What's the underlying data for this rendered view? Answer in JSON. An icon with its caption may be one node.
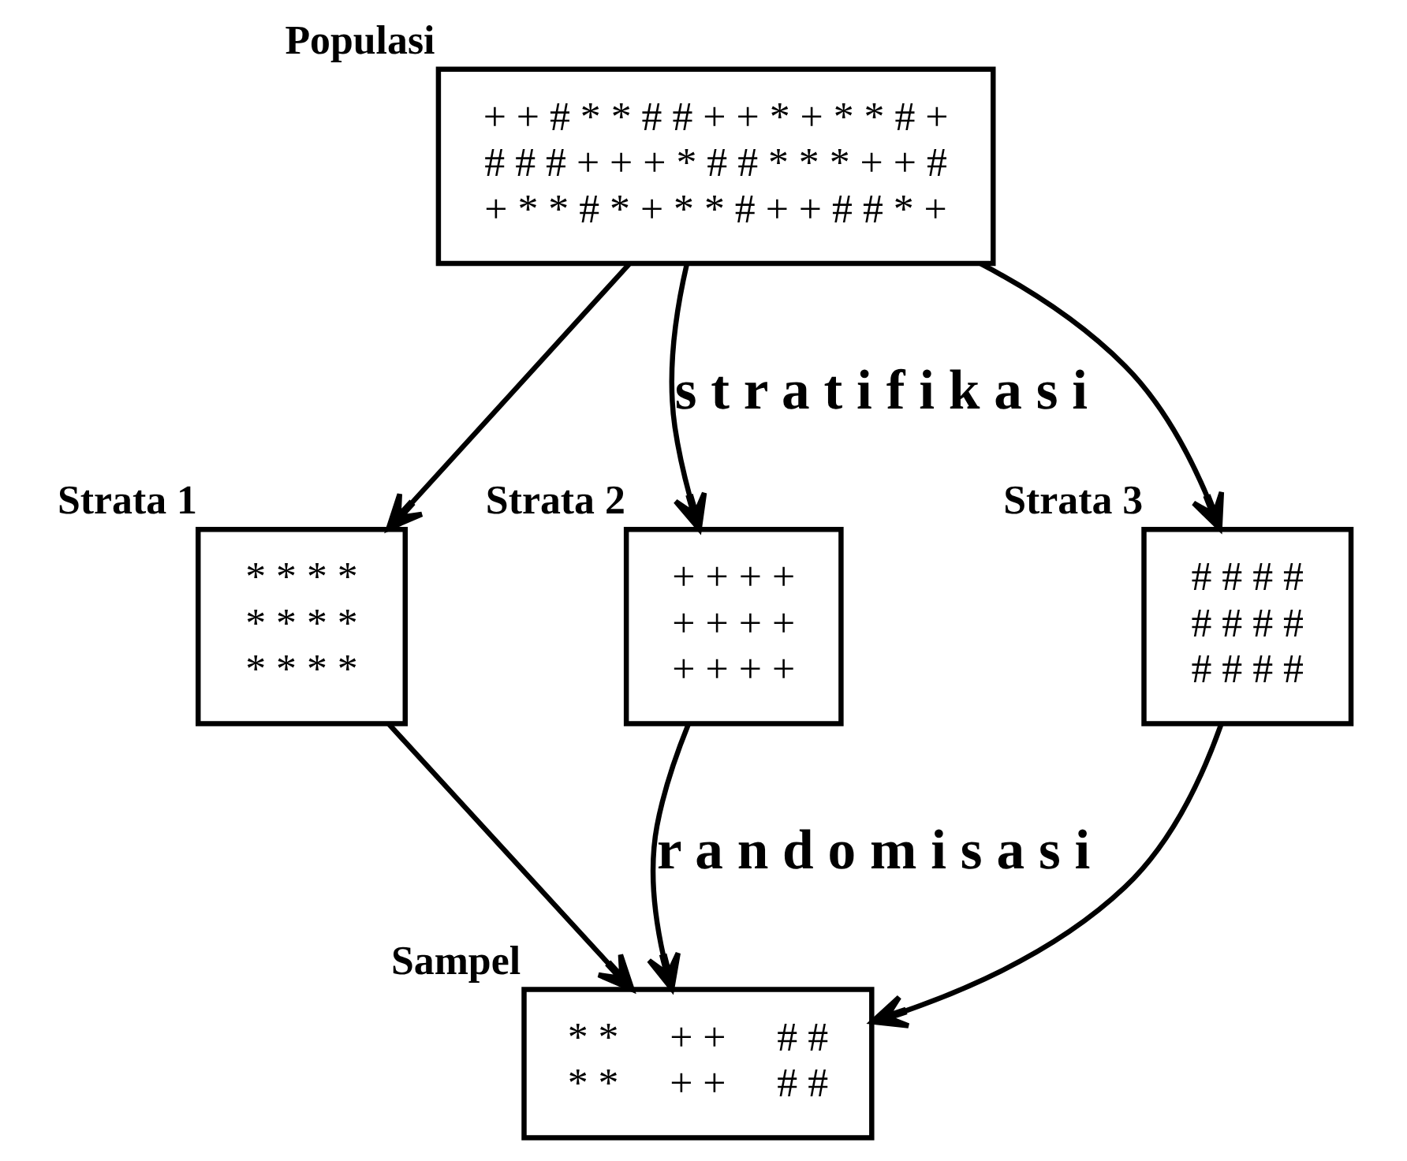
{
  "diagram": {
    "nodes": [
      {
        "text": [
          "+ + # * * # # + + * + * * # +",
          "# # # + + + * # # * * * + + #",
          "+ * * # * + * * # + + # # * +"
        ],
        "beside": [
          "Populasi"
        ]
      },
      {
        "text": [
          "* * * *",
          "* * * *",
          "* * * *"
        ],
        "beside": [
          "Strata 1"
        ]
      },
      {
        "text": [
          "+ + + +",
          "+ + + +",
          "+ + + +"
        ],
        "beside": [
          "Strata 2"
        ]
      },
      {
        "text": [
          "# # # #",
          "# # # #",
          "# # # #"
        ],
        "beside": [
          "Strata 3"
        ]
      },
      {
        "text": [
          "* *     + +     # #",
          "* *     + +     # #"
        ],
        "beside": [
          "Sampel"
        ]
      }
    ],
    "edges": [
      {
        "from": 0,
        "to": 1,
        "arrow": "to"
      },
      {
        "from": 0,
        "to": 2,
        "arrow": "to",
        "label": "s t r a t i f i k a s i"
      },
      {
        "from": 0,
        "to": 3,
        "arrow": "to"
      },
      {
        "from": 1,
        "to": 4,
        "arrow": "to"
      },
      {
        "from": 2,
        "to": 4,
        "arrow": "to",
        "label": "r a n d o m i s a s i"
      },
      {
        "from": 3,
        "to": 4,
        "arrow": "to"
      }
    ]
  }
}
